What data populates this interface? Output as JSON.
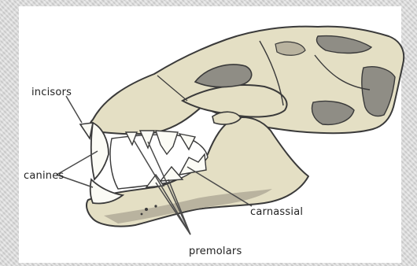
{
  "diagram": {
    "labels": {
      "incisors": "incisors",
      "canines": "canines",
      "carnassial": "carnassial",
      "premolars": "premolars"
    }
  },
  "colors": {
    "bone": "#e4dfc4",
    "bone_shadow": "#b9b39f",
    "dark_patch": "#8f8d85",
    "tooth": "#fbfbf5",
    "outline": "#3a3a3a",
    "pointer": "#4a4a4a",
    "background": "#d4d4d4"
  }
}
